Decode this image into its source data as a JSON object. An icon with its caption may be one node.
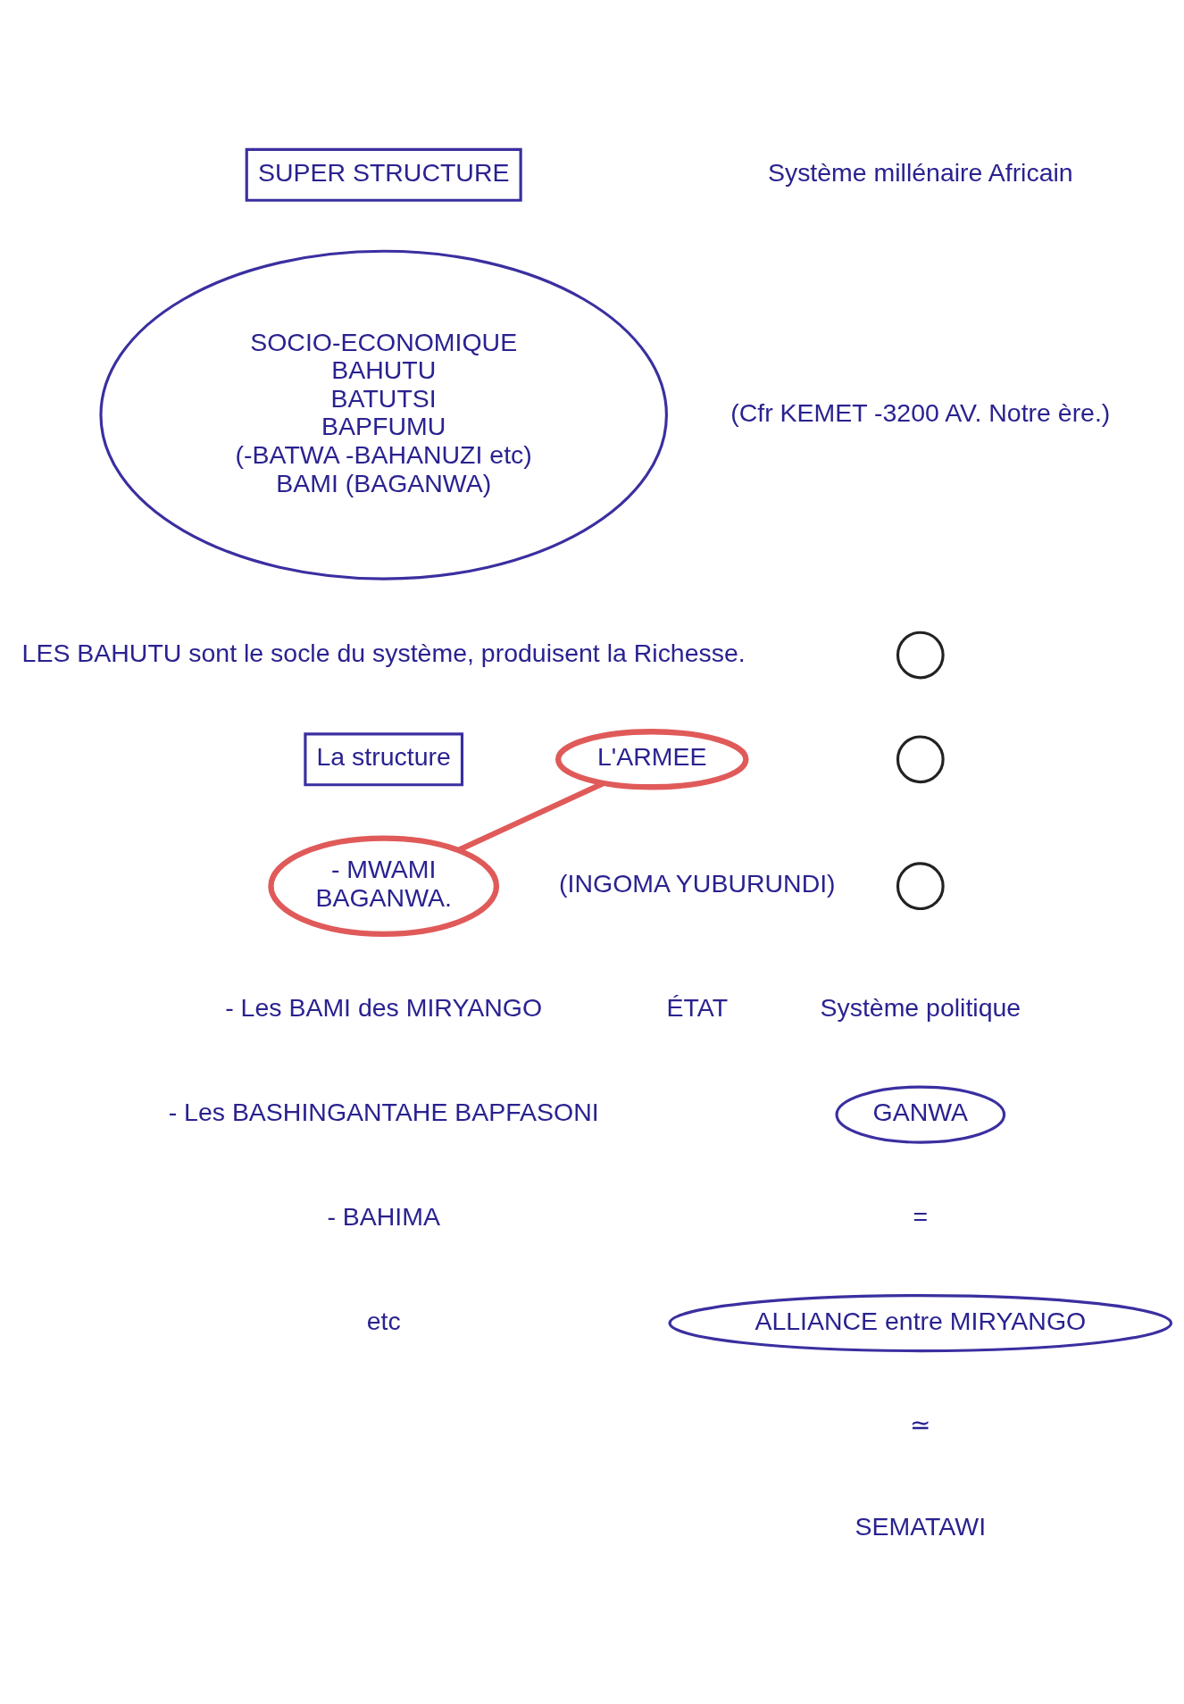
{
  "diagram": {
    "nodes": [
      {
        "text": [
          "SUPER STRUCTURE"
        ]
      },
      {
        "text": [
          "SOCIO-ECONOMIQUE",
          "BAHUTU",
          "BATUTSI",
          "BAPFUMU",
          "(-BATWA -BAHANUZI etc)",
          "BAMI (BAGANWA)"
        ]
      },
      {
        "text": [
          "GANWA"
        ]
      },
      {
        "text": [
          "ALLIANCE entre MIRYANGO"
        ]
      },
      {
        "text": [
          "La structure"
        ]
      },
      {
        "text": [
          "- MWAMI",
          "BAGANWA."
        ]
      },
      {
        "text": [
          "L'ARMEE"
        ]
      },
      {
        "text": [],
        "shape": "circle"
      },
      {
        "text": [],
        "shape": "circle"
      },
      {
        "text": [],
        "shape": "circle"
      }
    ],
    "edges": [
      {
        "from": 5,
        "to": 6,
        "arrow": "none"
      }
    ],
    "labels": [
      "Système millénaire Africain",
      "(Cfr KEMET -3200 AV. Notre ère.)",
      "Système politique",
      "=",
      "≃",
      "SEMATAWI",
      "LES BAHUTU sont le socle du système, produisent la Richesse.",
      "(INGOMA YUBURUNDI)",
      "ÉTAT",
      "- Les BAMI des MIRYANGO",
      "- Les BASHINGANTAHE BAPFASONI",
      "- BAHIMA",
      "etc"
    ]
  }
}
